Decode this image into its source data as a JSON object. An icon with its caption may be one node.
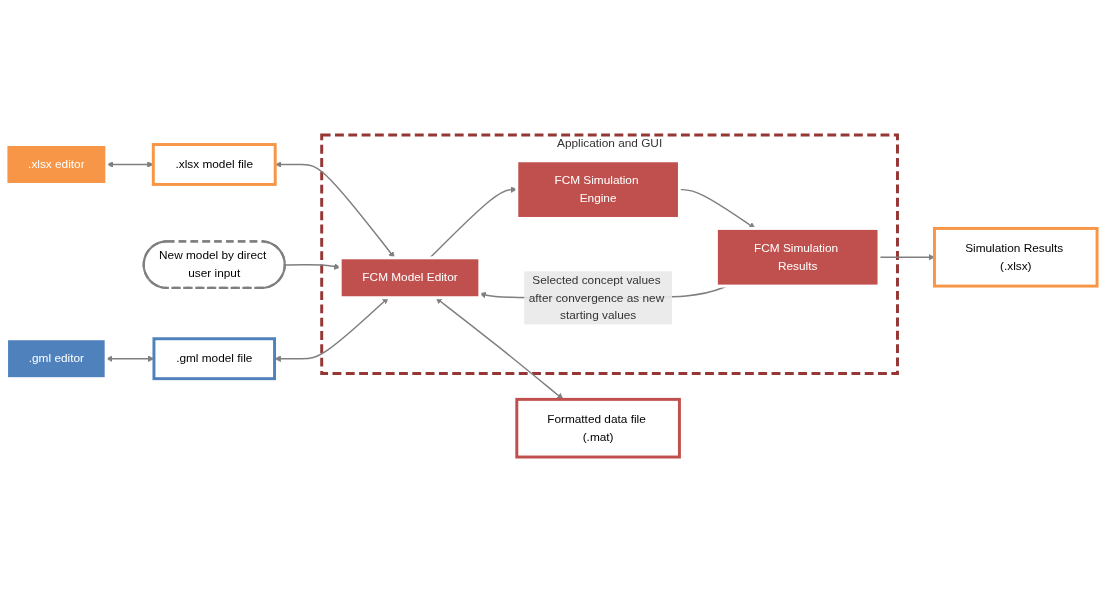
{
  "diagram": {
    "nodes": [
      {
        "text": [
          ".xlsx editor"
        ]
      },
      {
        "text": [
          ".xlsx model file"
        ]
      },
      {
        "text": [
          "New model by direct user input"
        ]
      },
      {
        "text": [
          ".gml model file"
        ]
      },
      {
        "text": [
          ".gml editor"
        ]
      },
      {
        "text": [
          "Application and GUI"
        ]
      },
      {
        "text": [
          "FCM Model Editor"
        ],
        "in": 5
      },
      {
        "text": [
          "FCM Simulation Engine"
        ],
        "in": 5
      },
      {
        "text": [
          "FCM Simulation Results"
        ],
        "in": 5
      },
      {
        "text": [
          "Simulation Results (.xlsx)"
        ]
      },
      {
        "text": [
          "Formatted data file (.mat)"
        ]
      }
    ],
    "edges": [
      {
        "from": 0,
        "to": 1,
        "arrow": "both"
      },
      {
        "from": 1,
        "to": 6,
        "arrow": "both"
      },
      {
        "from": 2,
        "to": 6,
        "arrow": "to"
      },
      {
        "from": 3,
        "to": 6,
        "arrow": "both"
      },
      {
        "from": 4,
        "to": 3,
        "arrow": "both"
      },
      {
        "from": 6,
        "to": 7,
        "arrow": "to"
      },
      {
        "from": 7,
        "to": 8,
        "arrow": "to"
      },
      {
        "from": 8,
        "to": 9,
        "arrow": "to"
      },
      {
        "from": 8,
        "to": 6,
        "arrow": "to",
        "label": "Selected concept values after convergence as new starting values"
      },
      {
        "from": 6,
        "to": 10,
        "arrow": "both"
      }
    ]
  }
}
